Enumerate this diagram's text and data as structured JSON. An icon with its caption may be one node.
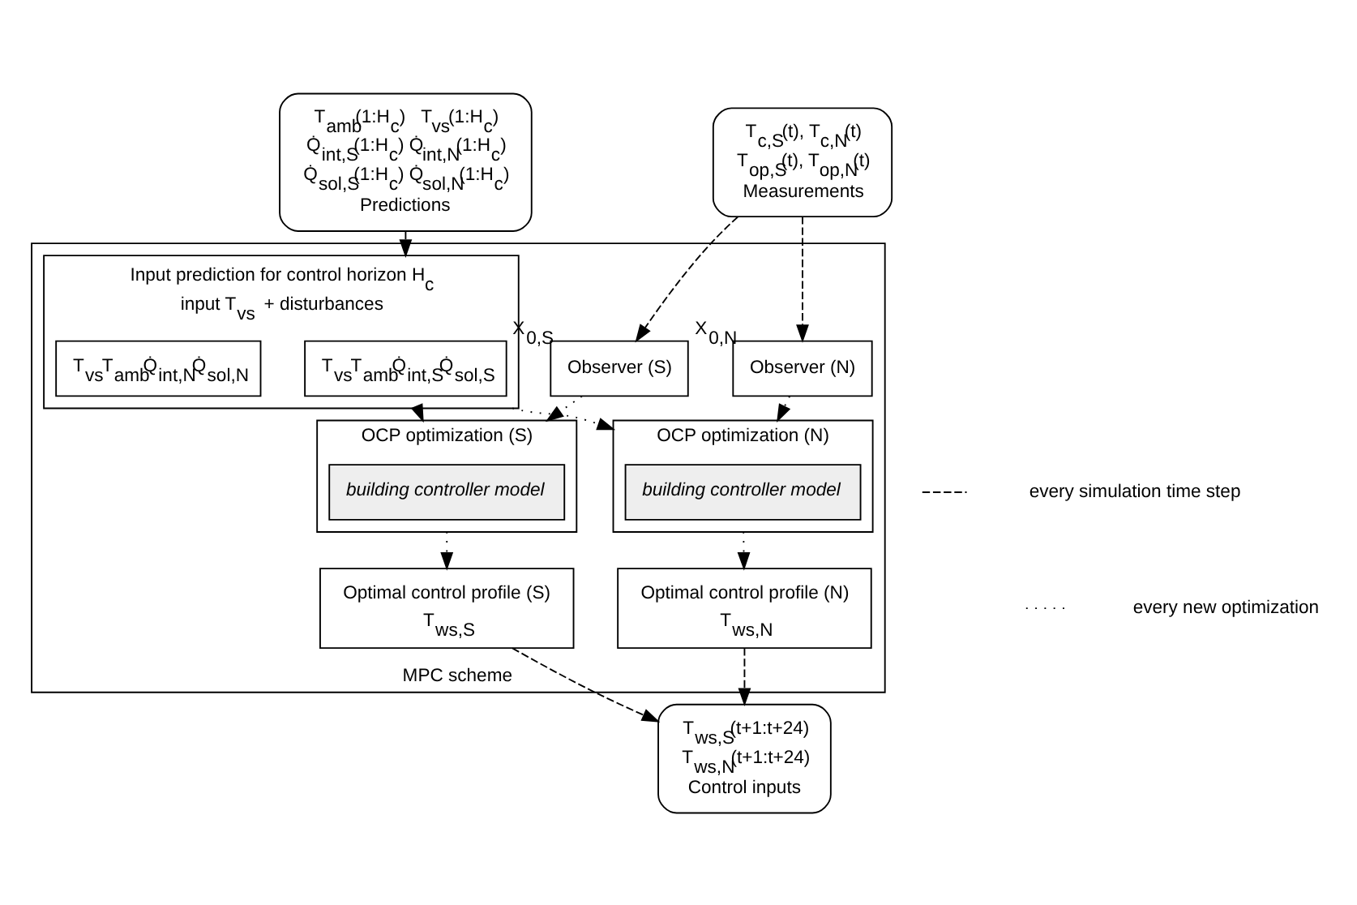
{
  "diagram": {
    "nodes": [
      {
        "text": [
          "T$_{amb}$(1:H$_{c}$)   T$_{vs}$(1:H$_{c}$)",
          "Q̇$_{int,S}$(1:H$_{c}$) Q̇$_{int,N}$(1:H$_{c}$)",
          "Q̇$_{sol,S}$(1:H$_{c}$) Q̇$_{sol,N}$(1:H$_{c}$)",
          "Predictions"
        ]
      },
      {
        "text": [
          "T$_{c,S}$(t), T$_{c,N}$(t)",
          "T$_{op,S}$(t), T$_{op,N}$(t)",
          "Measurements"
        ]
      },
      {
        "text": [
          "MPC scheme"
        ]
      },
      {
        "text": [
          "Input prediction for control horizon H$_{c}$",
          "input T$_{vs}$ + disturbances"
        ],
        "in": 2
      },
      {
        "text": [
          "T$_{vs}$T$_{amb}$Q̇$_{int,S}$Q̇$_{sol,S}$"
        ],
        "in": 3
      },
      {
        "text": [
          "T$_{vs}$T$_{amb}$Q̇$_{int,N}$Q̇$_{sol,N}$"
        ],
        "in": 3
      },
      {
        "text": [
          "Observer (S)"
        ],
        "beside": [
          "X$_{0,S}$"
        ],
        "in": 2
      },
      {
        "text": [
          "Observer (N)"
        ],
        "beside": [
          "X$_{0,N}$"
        ],
        "in": 2
      },
      {
        "text": [
          "OCP optimization (S)"
        ],
        "in": 2
      },
      {
        "text": [
          "building controller model"
        ],
        "in": 8
      },
      {
        "text": [
          "OCP optimization (N)"
        ],
        "in": 2
      },
      {
        "text": [
          "building controller model"
        ],
        "in": 10
      },
      {
        "text": [
          "Optimal control profile (S)",
          "T$_{ws,S}$"
        ],
        "in": 2
      },
      {
        "text": [
          "Optimal control profile (N)",
          "T$_{ws,N}$"
        ],
        "in": 2
      },
      {
        "text": [
          "T$_{ws,S}$(t+1:t+24)",
          "T$_{ws,N}$(t+1:t+24)",
          "Control inputs"
        ]
      }
    ],
    "edges": [
      {
        "from": 0,
        "to": 3,
        "arrow": "to",
        "style": "dashed"
      },
      {
        "from": 1,
        "to": 6,
        "arrow": "to",
        "style": "dashed"
      },
      {
        "from": 1,
        "to": 7,
        "arrow": "to",
        "style": "dashed"
      },
      {
        "from": 6,
        "to": 8,
        "arrow": "to"
      },
      {
        "from": 3,
        "to": 8,
        "arrow": "to"
      },
      {
        "from": 7,
        "to": 10,
        "arrow": "to"
      },
      {
        "from": 3,
        "to": 10,
        "arrow": "to"
      },
      {
        "from": 8,
        "to": 12,
        "arrow": "to"
      },
      {
        "from": 10,
        "to": 13,
        "arrow": "to"
      },
      {
        "from": 12,
        "to": 14,
        "arrow": "to",
        "style": "dashed"
      },
      {
        "from": 13,
        "to": 14,
        "arrow": "to",
        "style": "dashed"
      }
    ],
    "legend": [
      {
        "text": "every simulation time step"
      },
      {
        "text": "every new optimization"
      }
    ]
  }
}
